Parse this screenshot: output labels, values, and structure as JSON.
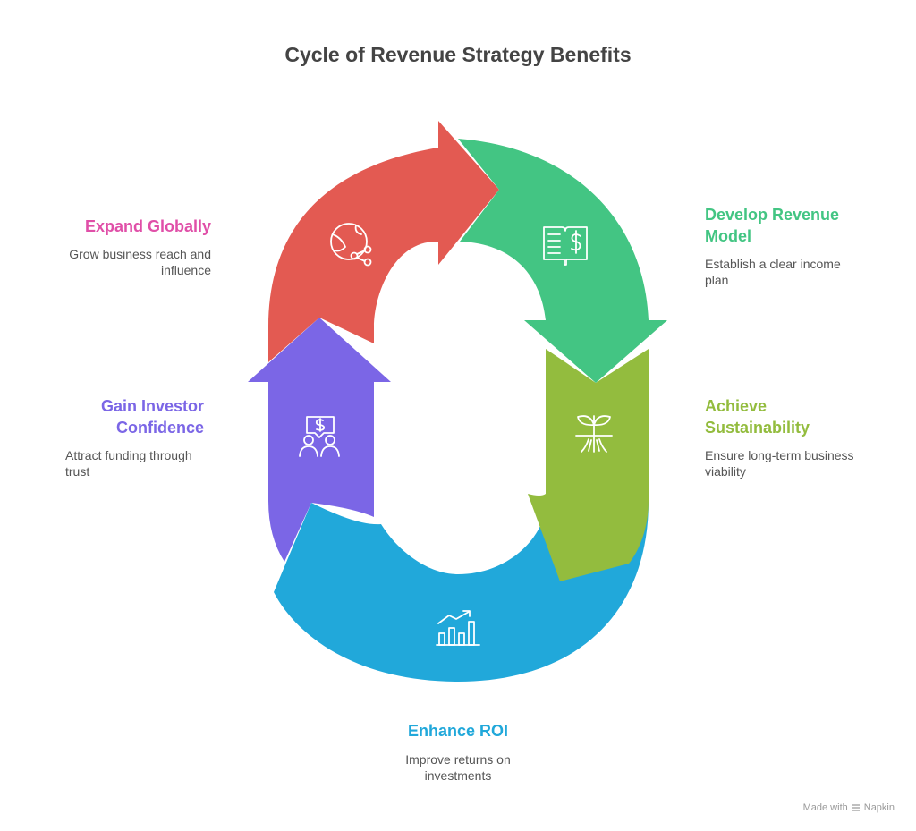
{
  "title": "Cycle of Revenue Strategy Benefits",
  "colors": {
    "red": "#E35A52",
    "green": "#43C583",
    "olive": "#93BC3E",
    "blue": "#21A8DA",
    "purple": "#7B66E6",
    "pink": "#E04FA8"
  },
  "stages": [
    {
      "id": "develop",
      "title": "Develop Revenue Model",
      "line1": "Develop Revenue",
      "line2": "Model",
      "desc1": "Establish a clear income",
      "desc2": "plan",
      "icon": "book-dollar-icon",
      "color": "#43C583"
    },
    {
      "id": "sustain",
      "title": "Achieve Sustainability",
      "line1": "Achieve",
      "line2": "Sustainability",
      "desc1": "Ensure long-term business",
      "desc2": "viability",
      "icon": "sprout-icon",
      "color": "#93BC3E"
    },
    {
      "id": "roi",
      "title": "Enhance ROI",
      "line1": "Enhance ROI",
      "desc1": "Improve returns on",
      "desc2": "investments",
      "icon": "bar-chart-trend-icon",
      "color": "#21A8DA"
    },
    {
      "id": "investor",
      "title": "Gain Investor Confidence",
      "line1": "Gain Investor",
      "line2": "Confidence",
      "desc1": "Attract funding through",
      "desc2": "trust",
      "icon": "investor-chat-icon",
      "color": "#7B66E6"
    },
    {
      "id": "global",
      "title": "Expand Globally",
      "line1": "Expand Globally",
      "desc1": "Grow business reach and",
      "desc2": "influence",
      "icon": "globe-share-icon",
      "color": "#E04FA8"
    }
  ],
  "footer": {
    "made_with": "Made with",
    "brand": "Napkin"
  }
}
